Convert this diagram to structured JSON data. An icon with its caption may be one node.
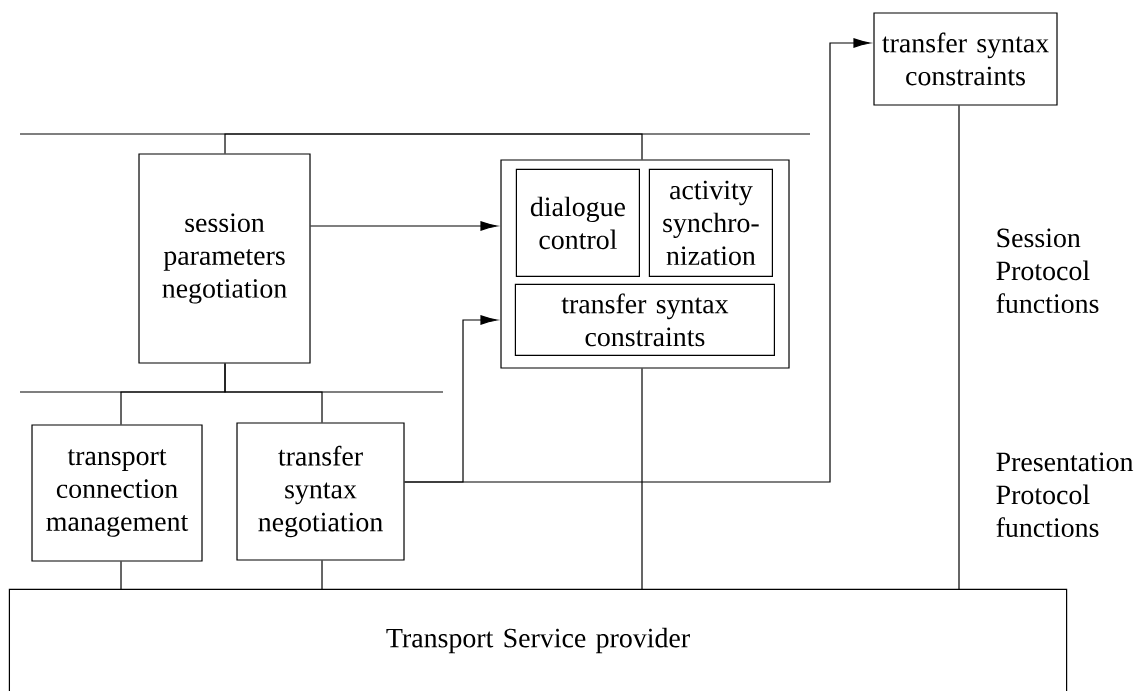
{
  "diagram": {
    "nodes": [
      {
        "text": [
          "session parameters negotiation"
        ]
      },
      {
        "text": [],
        "shape": "box"
      },
      {
        "text": [
          "dialogue control"
        ],
        "in": 1
      },
      {
        "text": [
          "activity synchro-nization"
        ],
        "in": 1
      },
      {
        "text": [
          "transfer syntax constraints"
        ],
        "in": 1
      },
      {
        "text": [
          "transfer syntax constraints"
        ]
      },
      {
        "text": [
          "transport connection management"
        ]
      },
      {
        "text": [
          "transfer syntax negotiation"
        ]
      },
      {
        "text": [
          "Transport Service provider"
        ]
      }
    ],
    "edges": [
      {
        "from": 0,
        "to": 1,
        "arrow": "to"
      },
      {
        "from": 7,
        "to": 1,
        "arrow": "to"
      },
      {
        "from": 7,
        "to": 5,
        "arrow": "to"
      },
      {
        "from": 0,
        "to": 1,
        "arrow": "none"
      },
      {
        "from": 0,
        "to": 6,
        "arrow": "none"
      },
      {
        "from": 0,
        "to": 7,
        "arrow": "none"
      },
      {
        "from": 6,
        "to": 8,
        "arrow": "none"
      },
      {
        "from": 7,
        "to": 8,
        "arrow": "none"
      },
      {
        "from": 1,
        "to": 8,
        "arrow": "none"
      },
      {
        "from": 5,
        "to": 8,
        "arrow": "none"
      }
    ],
    "labels": [
      "Session Protocol functions",
      "Presentation Protocol functions"
    ]
  }
}
